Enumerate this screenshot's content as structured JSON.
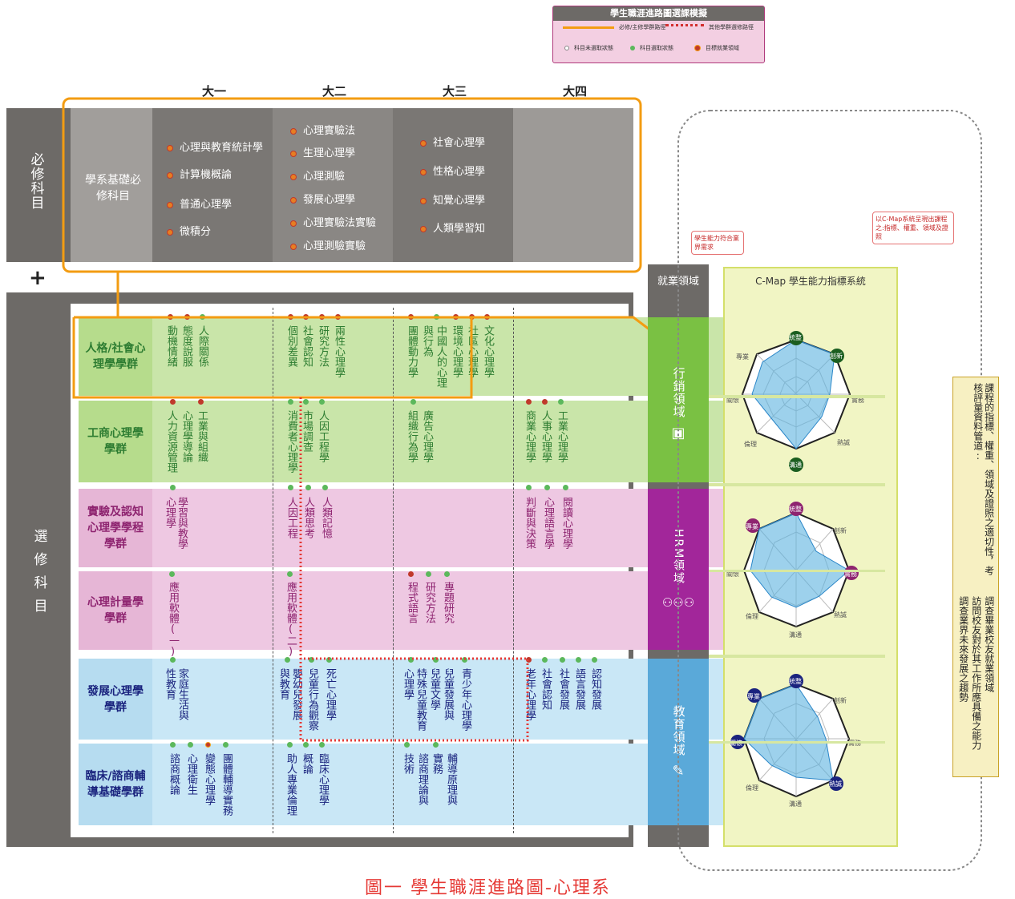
{
  "legend": {
    "title": "學生職涯進路圖選課模擬",
    "orange_line": "必修/主修學群路徑",
    "red_dotted": "其他學群選修路徑",
    "item_unselected": "科目未選取狀態",
    "item_selected": "科目選取狀態",
    "item_target": "目標就業領域"
  },
  "years": [
    "大一",
    "大二",
    "大三",
    "大四"
  ],
  "required": {
    "section_label": "必修科目",
    "group_label": "學系基礎必修科目",
    "year1": [
      "心理與教育統計學",
      "計算機概論",
      "普通心理學",
      "微積分"
    ],
    "year2": [
      "心理實驗法",
      "生理心理學",
      "心理測驗",
      "發展心理學",
      "心理實驗法實驗",
      "心理測驗實驗"
    ],
    "year3": [
      "社會心理學",
      "性格心理學",
      "知覺心理學",
      "人類學習知"
    ]
  },
  "plus": "+",
  "elective": {
    "section_label": "選修科目",
    "groups": [
      {
        "name": "人格/社會心理學學群",
        "y1": [
          "動機情緒",
          "態度說服",
          "人際關係"
        ],
        "y2": [
          "個別差異",
          "社會認知",
          "研究方法",
          "兩性心理學"
        ],
        "y3": [
          "團體動力學",
          "與行為",
          "中國人的心理",
          "環境心理學",
          "社區心理學",
          "文化心理學"
        ],
        "y4": []
      },
      {
        "name": "工商心理學學群",
        "y1": [
          "人力資源管理",
          "心理學導論",
          "工業與組織"
        ],
        "y2": [
          "消費者心理學",
          "市場調查",
          "人因工程學"
        ],
        "y3": [
          "組織行為學",
          "廣告心理學"
        ],
        "y4": [
          "商業心理學",
          "人事心理學",
          "工業心理學"
        ]
      },
      {
        "name": "實驗及認知心理學學程學群",
        "y1": [
          "心理學",
          "學習與教學"
        ],
        "y2": [
          "人因工程",
          "人類思考",
          "人類記憶"
        ],
        "y3": [],
        "y4": [
          "判斷與決策",
          "心理語言學",
          "閱讀心理學"
        ]
      },
      {
        "name": "心理計量學學群",
        "y1": [
          "應用軟體(一)"
        ],
        "y2": [
          "應用軟體(二)"
        ],
        "y3": [
          "程式語言",
          "研究方法",
          "專題研究"
        ],
        "y4": []
      },
      {
        "name": "發展心理學學群",
        "y1": [
          "性教育",
          "家庭生活與"
        ],
        "y2": [
          "與教育",
          "嬰幼兒發展",
          "兒童行為觀察",
          "死亡心理學"
        ],
        "y3": [
          "心理學",
          "特殊兒童教育",
          "兒童文學",
          "兒童發展與",
          "青少年心理學"
        ],
        "y4": [
          "老年心理學",
          "社會認知",
          "社會發展",
          "語言發展",
          "認知發展"
        ]
      },
      {
        "name": "臨床/諮商輔導基礎學群",
        "y1": [
          "諮商概論",
          "心理衛生",
          "變態心理學",
          "團體輔導實務"
        ],
        "y2": [
          "助人專業倫理",
          "概論",
          "臨床心理學"
        ],
        "y3": [
          "技術",
          "諮商理論與",
          "實務",
          "輔導原理與"
        ],
        "y4": []
      }
    ]
  },
  "employment": {
    "header": "就業領域",
    "domains": [
      "行銷領域",
      "HRM領域",
      "教育領域"
    ]
  },
  "cmap": {
    "header": "C-Map 學生能力指標系統",
    "axes": [
      "統整",
      "創新",
      "實務",
      "熱誠",
      "溝通",
      "倫理",
      "關懷",
      "專業"
    ]
  },
  "notes": {
    "note1": "學生能力符合業界需求",
    "note2": "以C-Map系統呈現出課程之:指標、權重、領域及證照",
    "side1": "課程的指標、權重、領域及證照之適切性，考核評量資料管道:",
    "side2": "訪問校友對於其工作所應具備之能力",
    "side3": "調查畢業校友就業領域",
    "side4": "調查業界未來發展之趨勢"
  },
  "caption": "圖一 學生職涯進路圖-心理系",
  "colors": {
    "dark_gray": "#6d6a67",
    "mid_gray": "#8a8784",
    "green": "#c6e3a6",
    "pink": "#f0c8e2",
    "blue": "#c6e6f5",
    "orange": "#f39c12",
    "red": "#c0392b"
  }
}
